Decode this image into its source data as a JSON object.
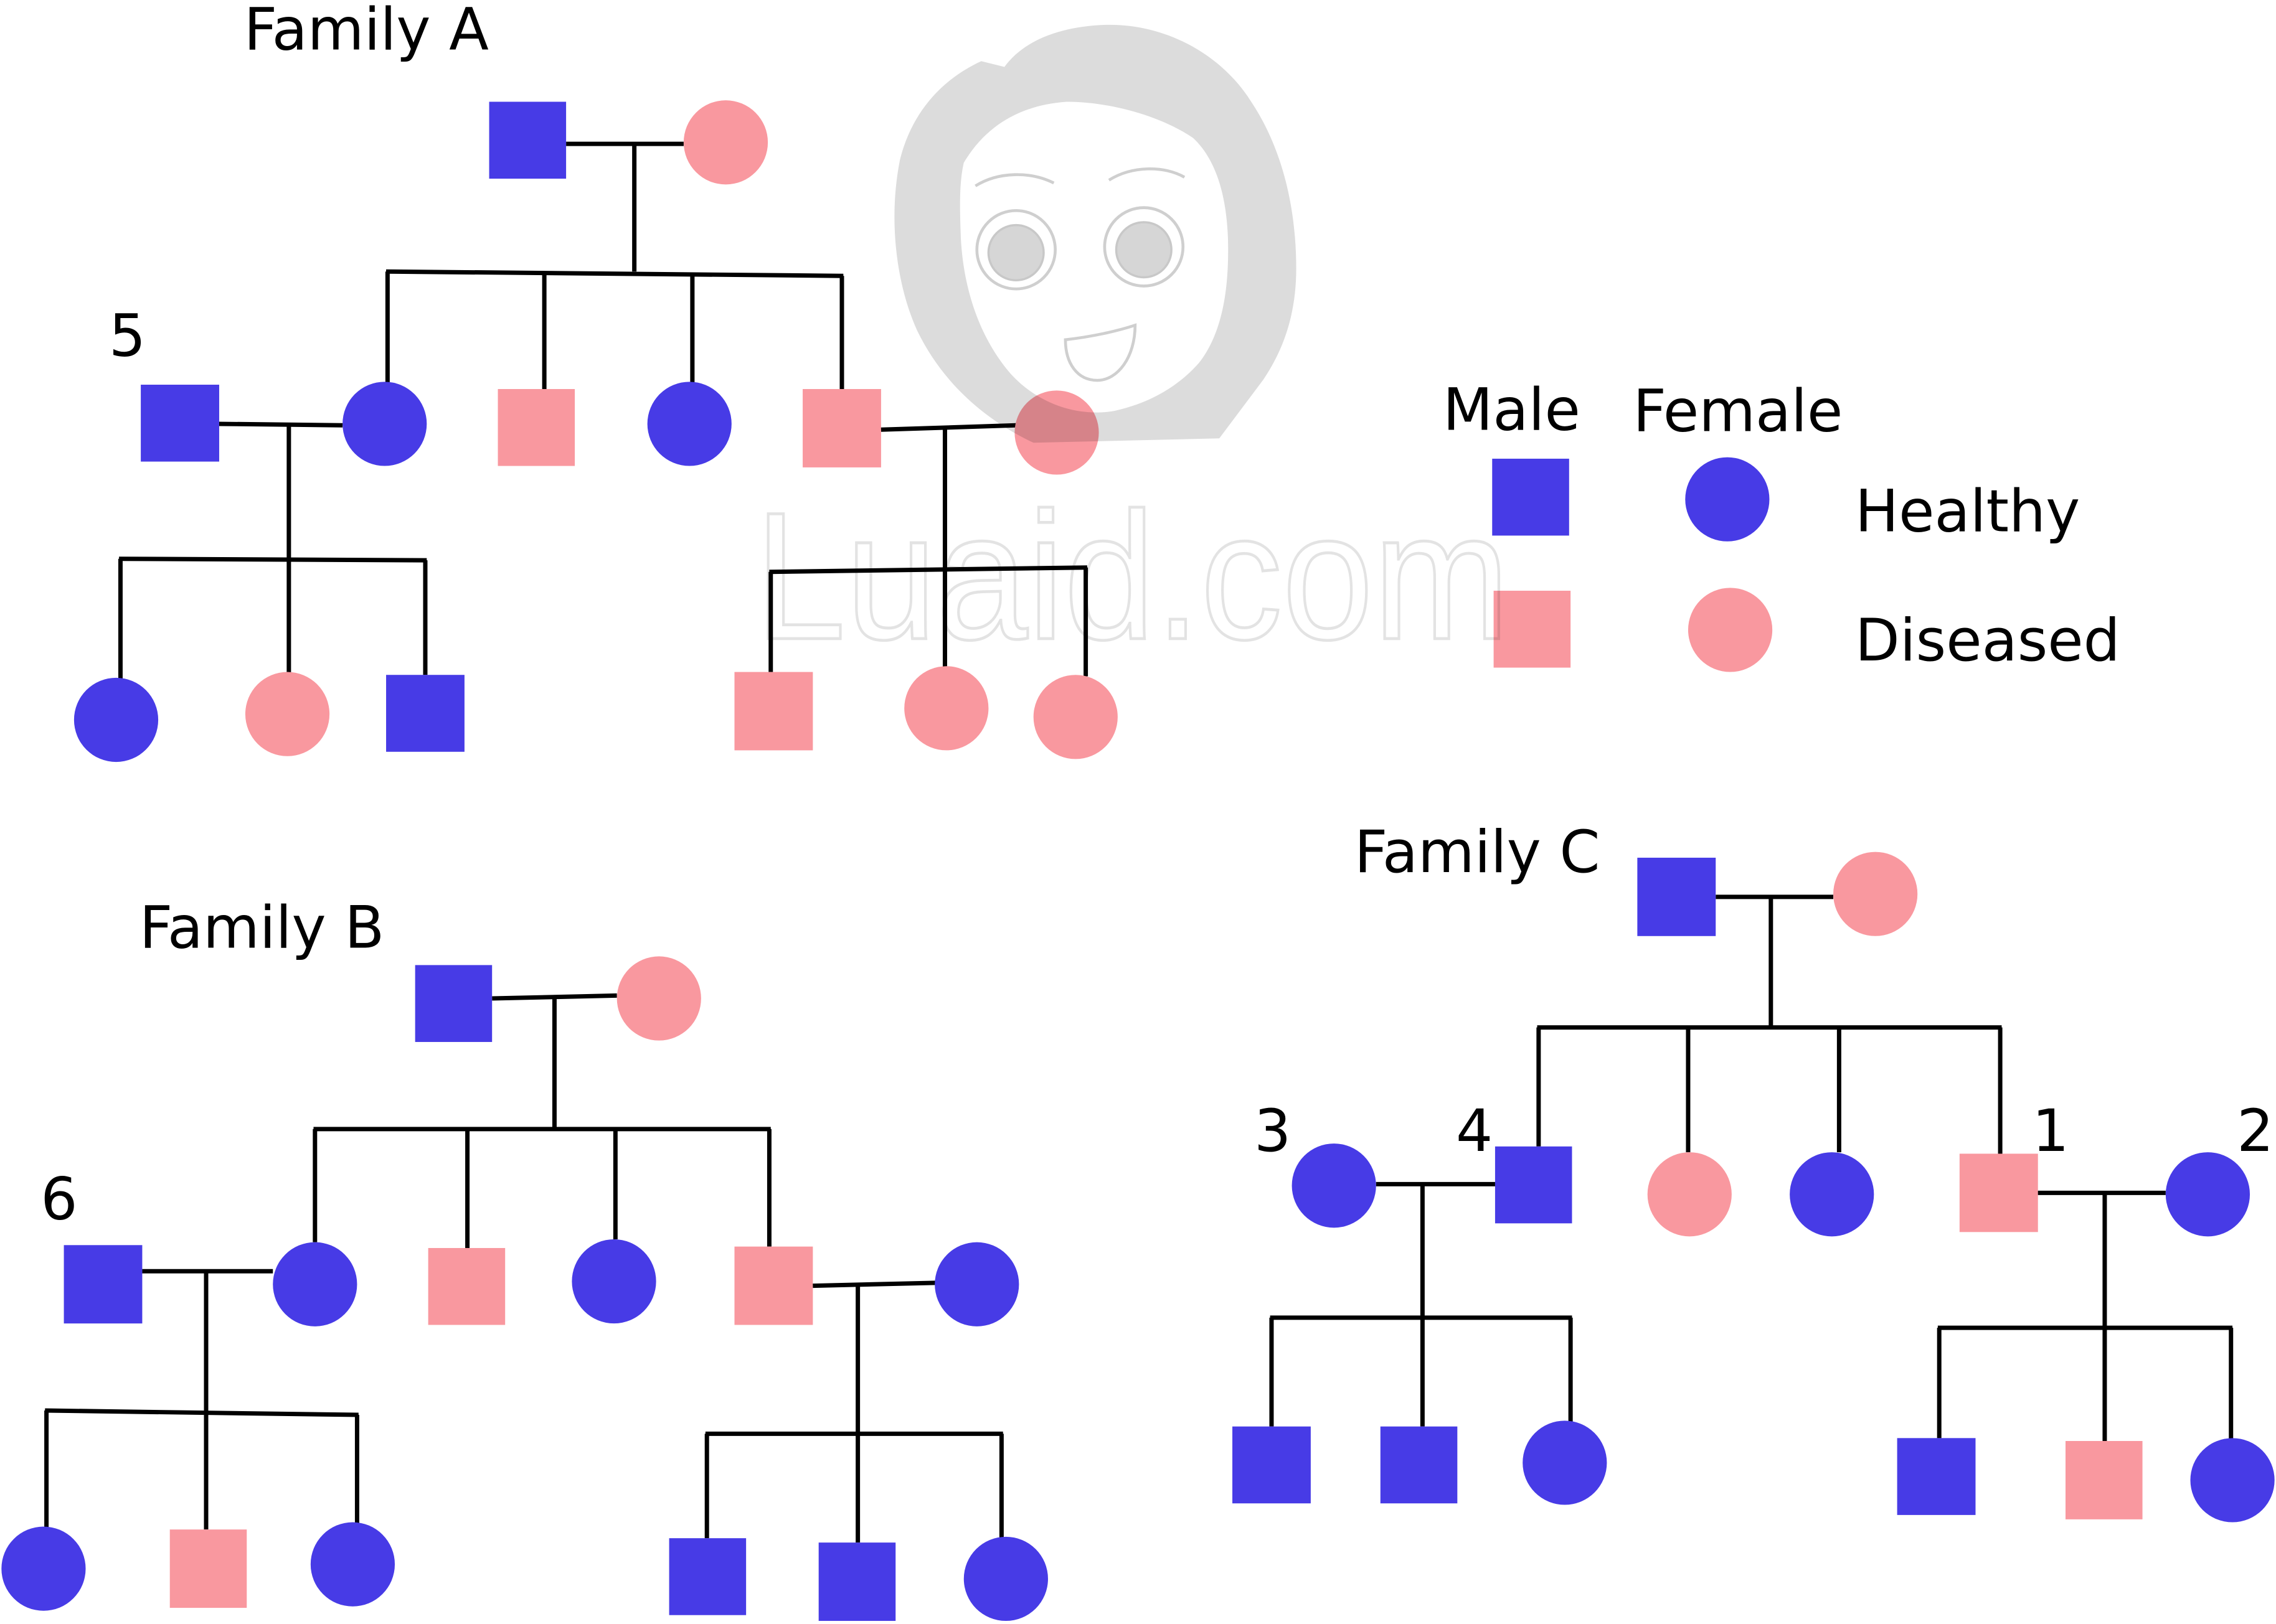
{
  "labels": {
    "family_a": "Family A",
    "family_b": "Family B",
    "family_c": "Family C"
  },
  "numbers": {
    "n1": "1",
    "n2": "2",
    "n3": "3",
    "n4": "4",
    "n5": "5",
    "n6": "6"
  },
  "legend": {
    "male": "Male",
    "female": "Female",
    "healthy": "Healthy",
    "diseased": "Diseased"
  },
  "colors": {
    "healthy": "#473be6",
    "diseased": "#f9989f"
  },
  "watermark": "Luaid.com"
}
